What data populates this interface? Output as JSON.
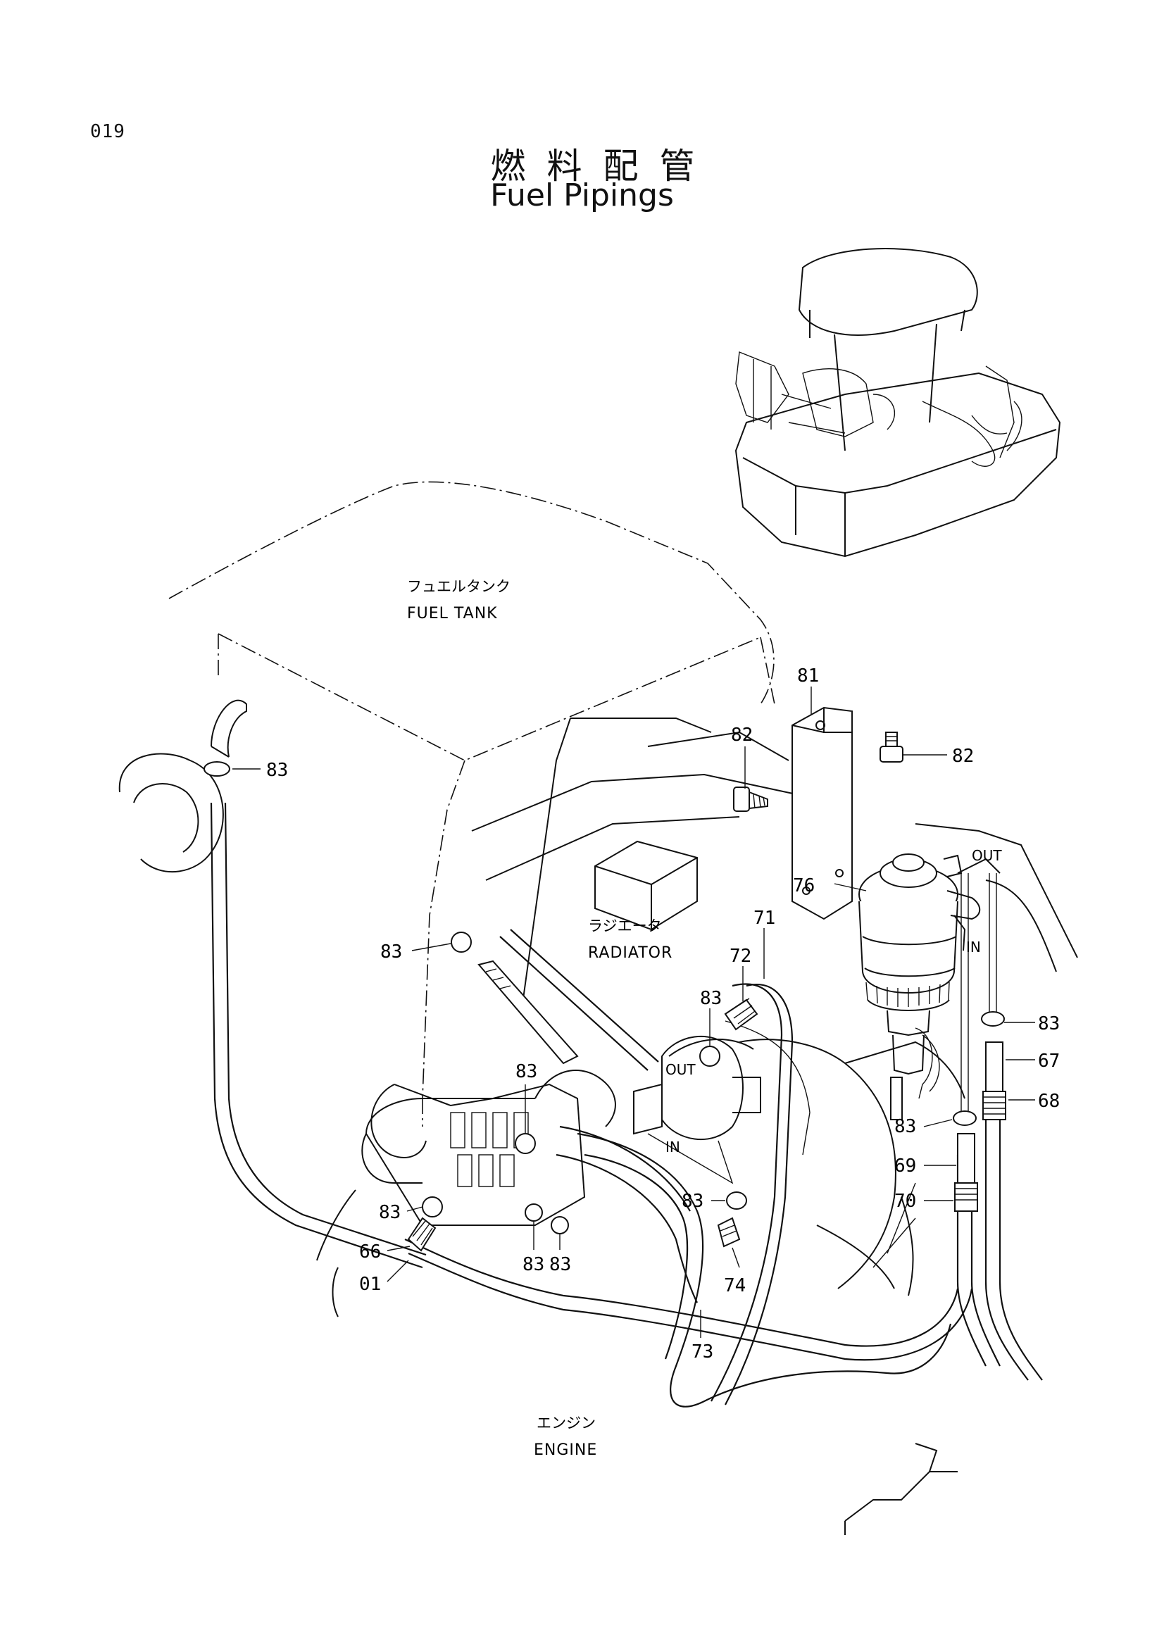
{
  "page": {
    "number": "019"
  },
  "title": {
    "jp": "燃料配管",
    "en": "Fuel Pipings"
  },
  "areas": {
    "fuel_tank": {
      "jp": "フュエルタンク",
      "en": "FUEL TANK"
    },
    "radiator": {
      "jp": "ラジエータ",
      "en": "RADIATOR"
    },
    "engine": {
      "jp": "エンジン",
      "en": "ENGINE"
    }
  },
  "ports": {
    "filter_out": "OUT",
    "filter_in": "IN",
    "pump_out": "OUT",
    "pump_in": "IN"
  },
  "callouts": [
    {
      "id": "c81",
      "part": "81"
    },
    {
      "id": "c82a",
      "part": "82"
    },
    {
      "id": "c82b",
      "part": "82"
    },
    {
      "id": "c83a",
      "part": "83"
    },
    {
      "id": "c76",
      "part": "76"
    },
    {
      "id": "c83b",
      "part": "83"
    },
    {
      "id": "c71",
      "part": "71"
    },
    {
      "id": "c72",
      "part": "72"
    },
    {
      "id": "c83c",
      "part": "83"
    },
    {
      "id": "c83d",
      "part": "83"
    },
    {
      "id": "c83e",
      "part": "83"
    },
    {
      "id": "c67",
      "part": "67"
    },
    {
      "id": "c68",
      "part": "68"
    },
    {
      "id": "c83f",
      "part": "83"
    },
    {
      "id": "c69",
      "part": "69"
    },
    {
      "id": "c70",
      "part": "70"
    },
    {
      "id": "c83g",
      "part": "83"
    },
    {
      "id": "c83h",
      "part": "83"
    },
    {
      "id": "c66",
      "part": "66"
    },
    {
      "id": "c01",
      "part": "01"
    },
    {
      "id": "c83i",
      "part": "83"
    },
    {
      "id": "c83j",
      "part": "83"
    },
    {
      "id": "c74",
      "part": "74"
    },
    {
      "id": "c73",
      "part": "73"
    }
  ]
}
